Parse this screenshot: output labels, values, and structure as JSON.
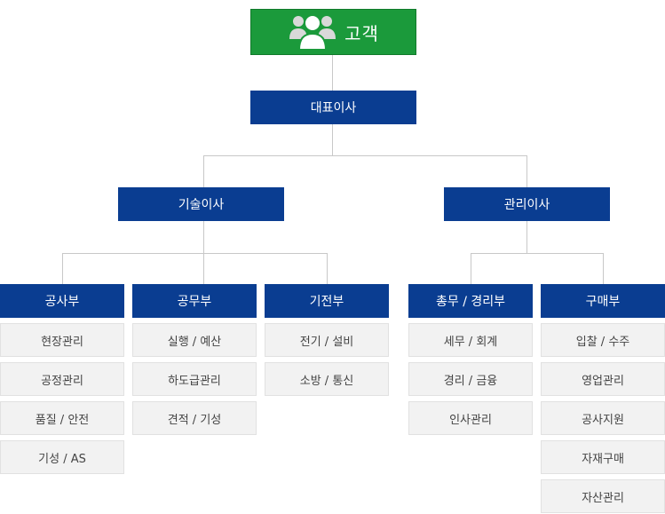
{
  "customer": {
    "label": "고객",
    "icon": "users-group-icon",
    "color": "#1b9a3b"
  },
  "ceo": {
    "label": "대표이사"
  },
  "directors": [
    {
      "label": "기술이사"
    },
    {
      "label": "관리이사"
    }
  ],
  "departments": [
    {
      "label": "공사부",
      "items": [
        "현장관리",
        "공정관리",
        "품질 / 안전",
        "기성 / AS"
      ]
    },
    {
      "label": "공무부",
      "items": [
        "실행 / 예산",
        "하도급관리",
        "견적 / 기성"
      ]
    },
    {
      "label": "기전부",
      "items": [
        "전기 / 설비",
        "소방 / 통신"
      ]
    },
    {
      "label": "총무 / 경리부",
      "items": [
        "세무 / 회계",
        "경리 / 금융",
        "인사관리"
      ]
    },
    {
      "label": "구매부",
      "items": [
        "입찰 / 수주",
        "영업관리",
        "공사지원",
        "자재구매",
        "자산관리"
      ]
    }
  ],
  "colors": {
    "primary": "#0a3d91",
    "sub_bg": "#f2f2f2",
    "line": "#c8c8c8"
  }
}
